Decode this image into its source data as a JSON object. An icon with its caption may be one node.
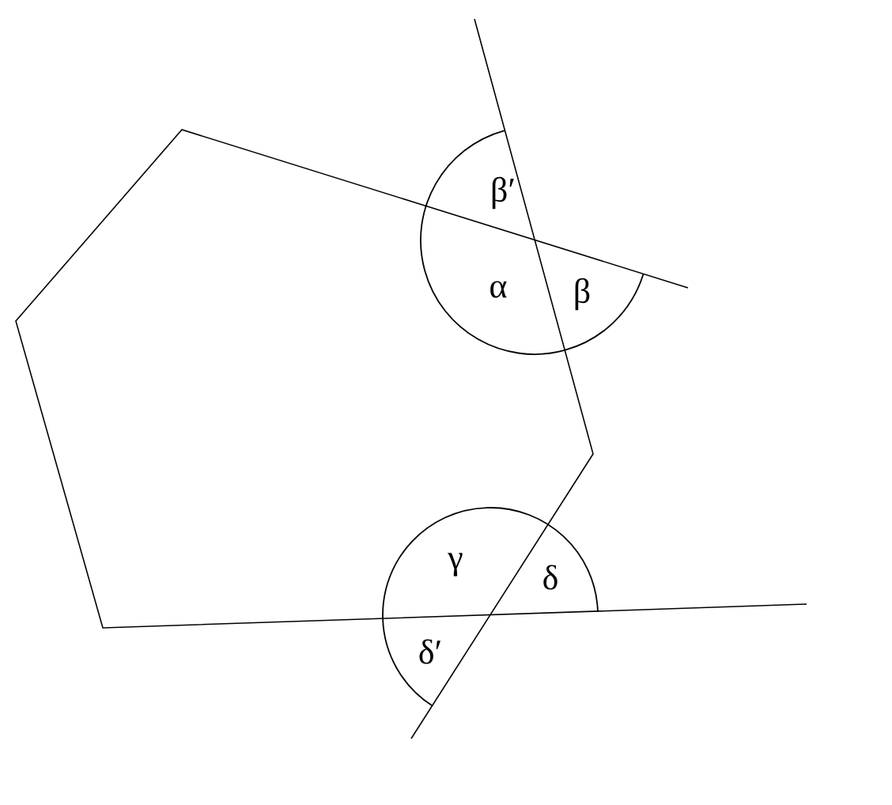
{
  "diagram": {
    "labels": [
      "β′",
      "α",
      "β",
      "γ",
      "δ",
      "δ′"
    ]
  }
}
